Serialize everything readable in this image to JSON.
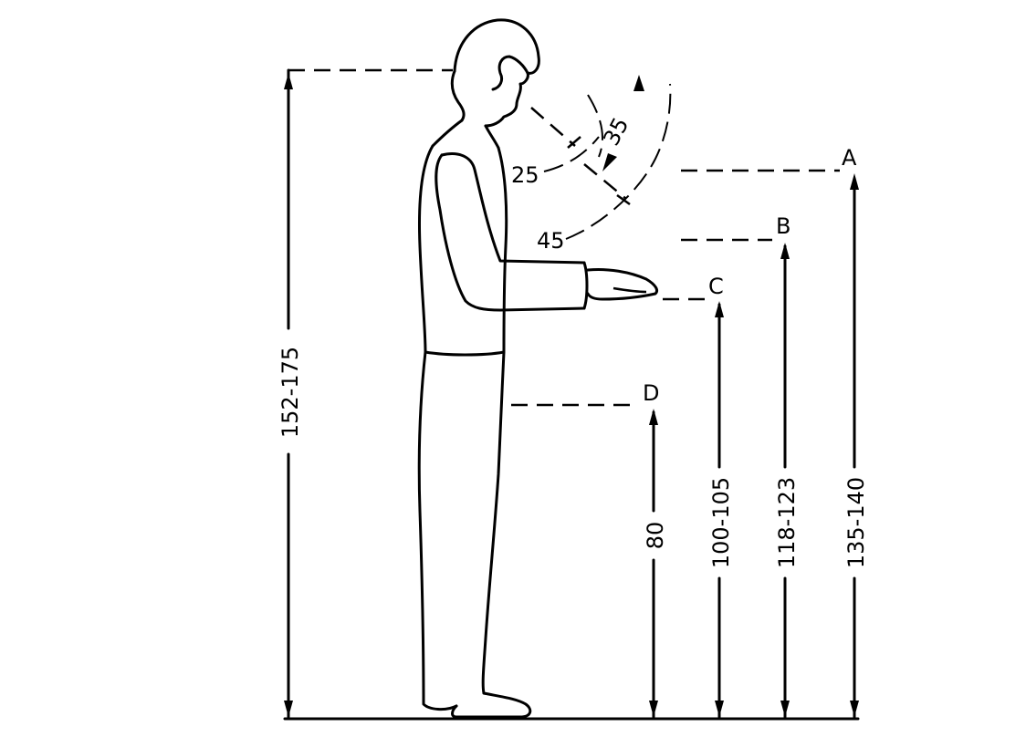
{
  "labels": {
    "A": "A",
    "B": "B",
    "C": "C",
    "D": "D"
  },
  "dimensions": {
    "total_height": "152-175",
    "A": "135-140",
    "B": "118-123",
    "C": "100-105",
    "D": "80"
  },
  "angles": {
    "a25": "25",
    "a35": "35",
    "a45": "45"
  }
}
